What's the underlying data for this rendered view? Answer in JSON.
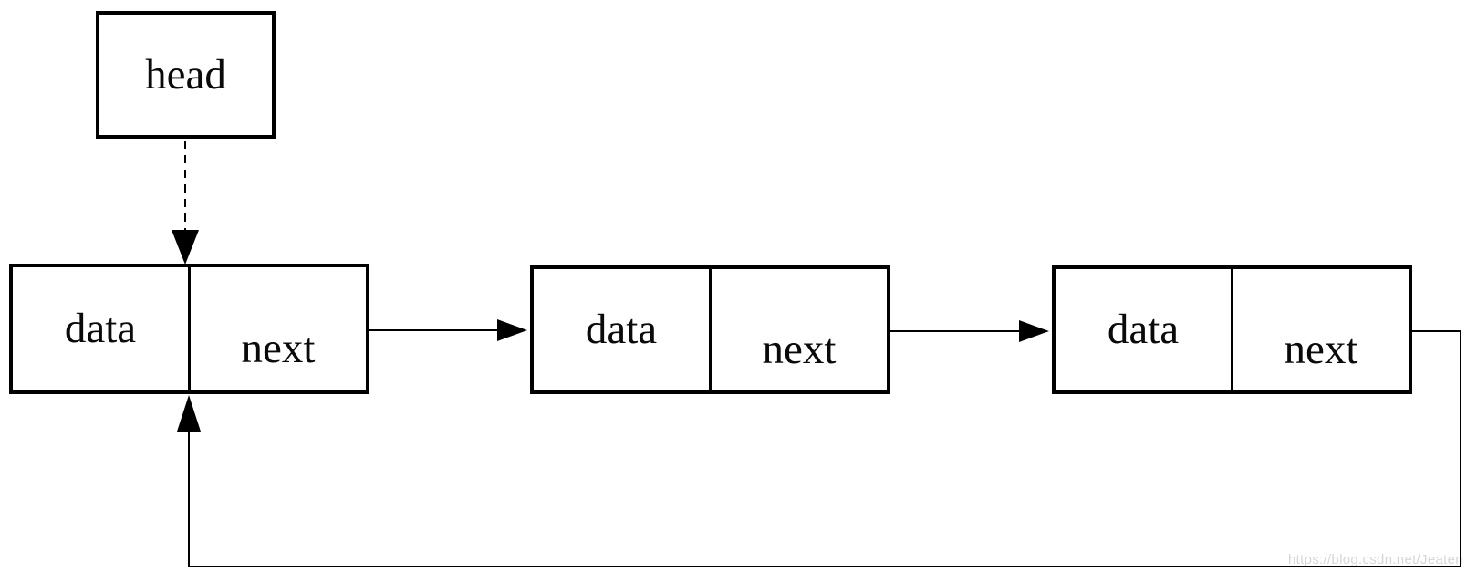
{
  "diagram": {
    "type": "circular-singly-linked-list",
    "head_label": "head",
    "nodes": [
      {
        "data": "data",
        "next": "next"
      },
      {
        "data": "data",
        "next": "next"
      },
      {
        "data": "data",
        "next": "next"
      }
    ],
    "watermark_text": "https://blog.csdn.net/Jeaten",
    "colors": {
      "line": "#000000",
      "text": "#0a0a0a",
      "watermark": "#d7d7d7",
      "background": "#ffffff"
    }
  }
}
